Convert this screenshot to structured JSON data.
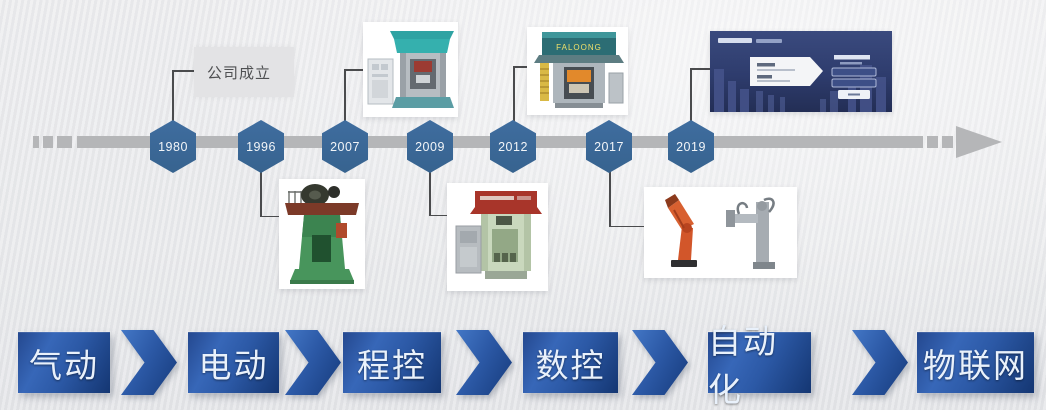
{
  "colors": {
    "axis_gray": "#b5b6b8",
    "node_blue": "#3a689b",
    "connector_dark": "#4a4b4d",
    "stage_blue_light": "#3767b8",
    "stage_blue_dark": "#143672",
    "label_box_gray": "#e3e3e5"
  },
  "timeline": {
    "events": [
      {
        "year": "1980",
        "label": "公司成立",
        "attachment": "founding-label",
        "direction": "up"
      },
      {
        "year": "1996",
        "attachment": "green-friction-press-photo",
        "direction": "down"
      },
      {
        "year": "2007",
        "attachment": "teal-press-machine-photo",
        "direction": "up"
      },
      {
        "year": "2009",
        "attachment": "program-controlled-press-photo",
        "direction": "down"
      },
      {
        "year": "2012",
        "attachment": "cnc-press-machine-photo",
        "brand": "FALOONG",
        "direction": "up"
      },
      {
        "year": "2017",
        "attachment": "robot-arms-photo",
        "direction": "down"
      },
      {
        "year": "2019",
        "attachment": "iot-platform-screenshot",
        "direction": "up"
      }
    ]
  },
  "stages": {
    "items": [
      {
        "label": "气动"
      },
      {
        "label": "电动"
      },
      {
        "label": "程控"
      },
      {
        "label": "数控"
      },
      {
        "label": "自动化"
      },
      {
        "label": "物联网"
      }
    ]
  }
}
